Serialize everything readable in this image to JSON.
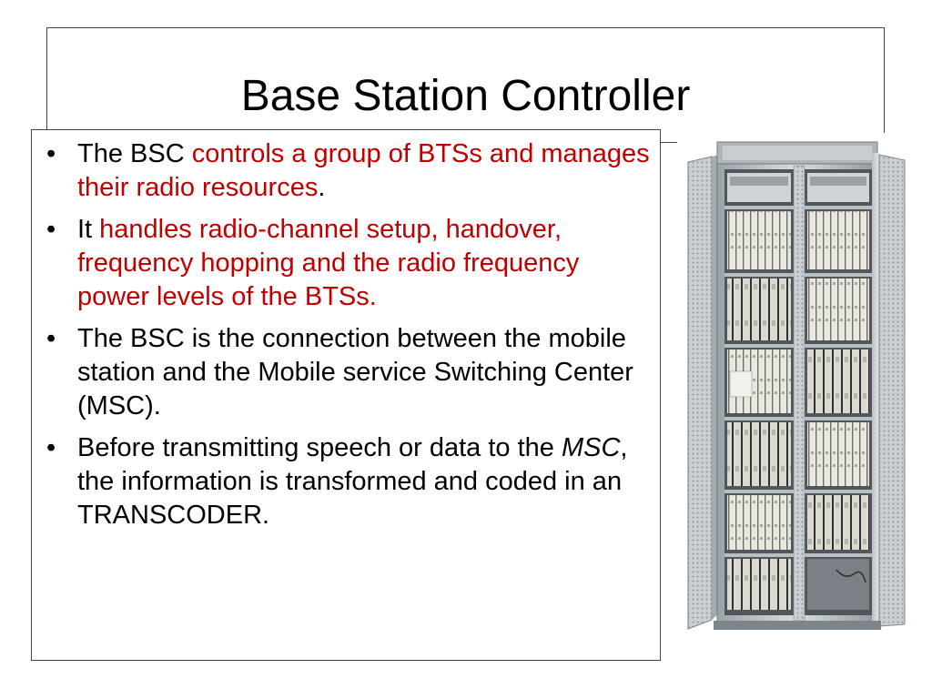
{
  "slide": {
    "title": "Base Station Controller",
    "bullets": [
      {
        "plain_1": "The BSC ",
        "red_1": "controls a group of BTSs and manages their radio resources",
        "plain_2": "."
      },
      {
        "plain_1": "It ",
        "red_1": "handles radio-channel setup, handover, frequency hopping and the radio frequency power levels of the BTSs."
      },
      {
        "plain_1": "The BSC is the connection between the mobile station and the Mobile service Switching Center (MSC)."
      },
      {
        "plain_1": "Before transmitting speech or data to the ",
        "italic_1": "MSC",
        "plain_2": ", the information is transformed and coded in an TRANSCODER."
      }
    ],
    "bullet_glyph": "•"
  },
  "image": {
    "icon": "bsc-equipment-cabinet-image"
  },
  "colors": {
    "highlight": "#c00000",
    "text": "#000000"
  }
}
